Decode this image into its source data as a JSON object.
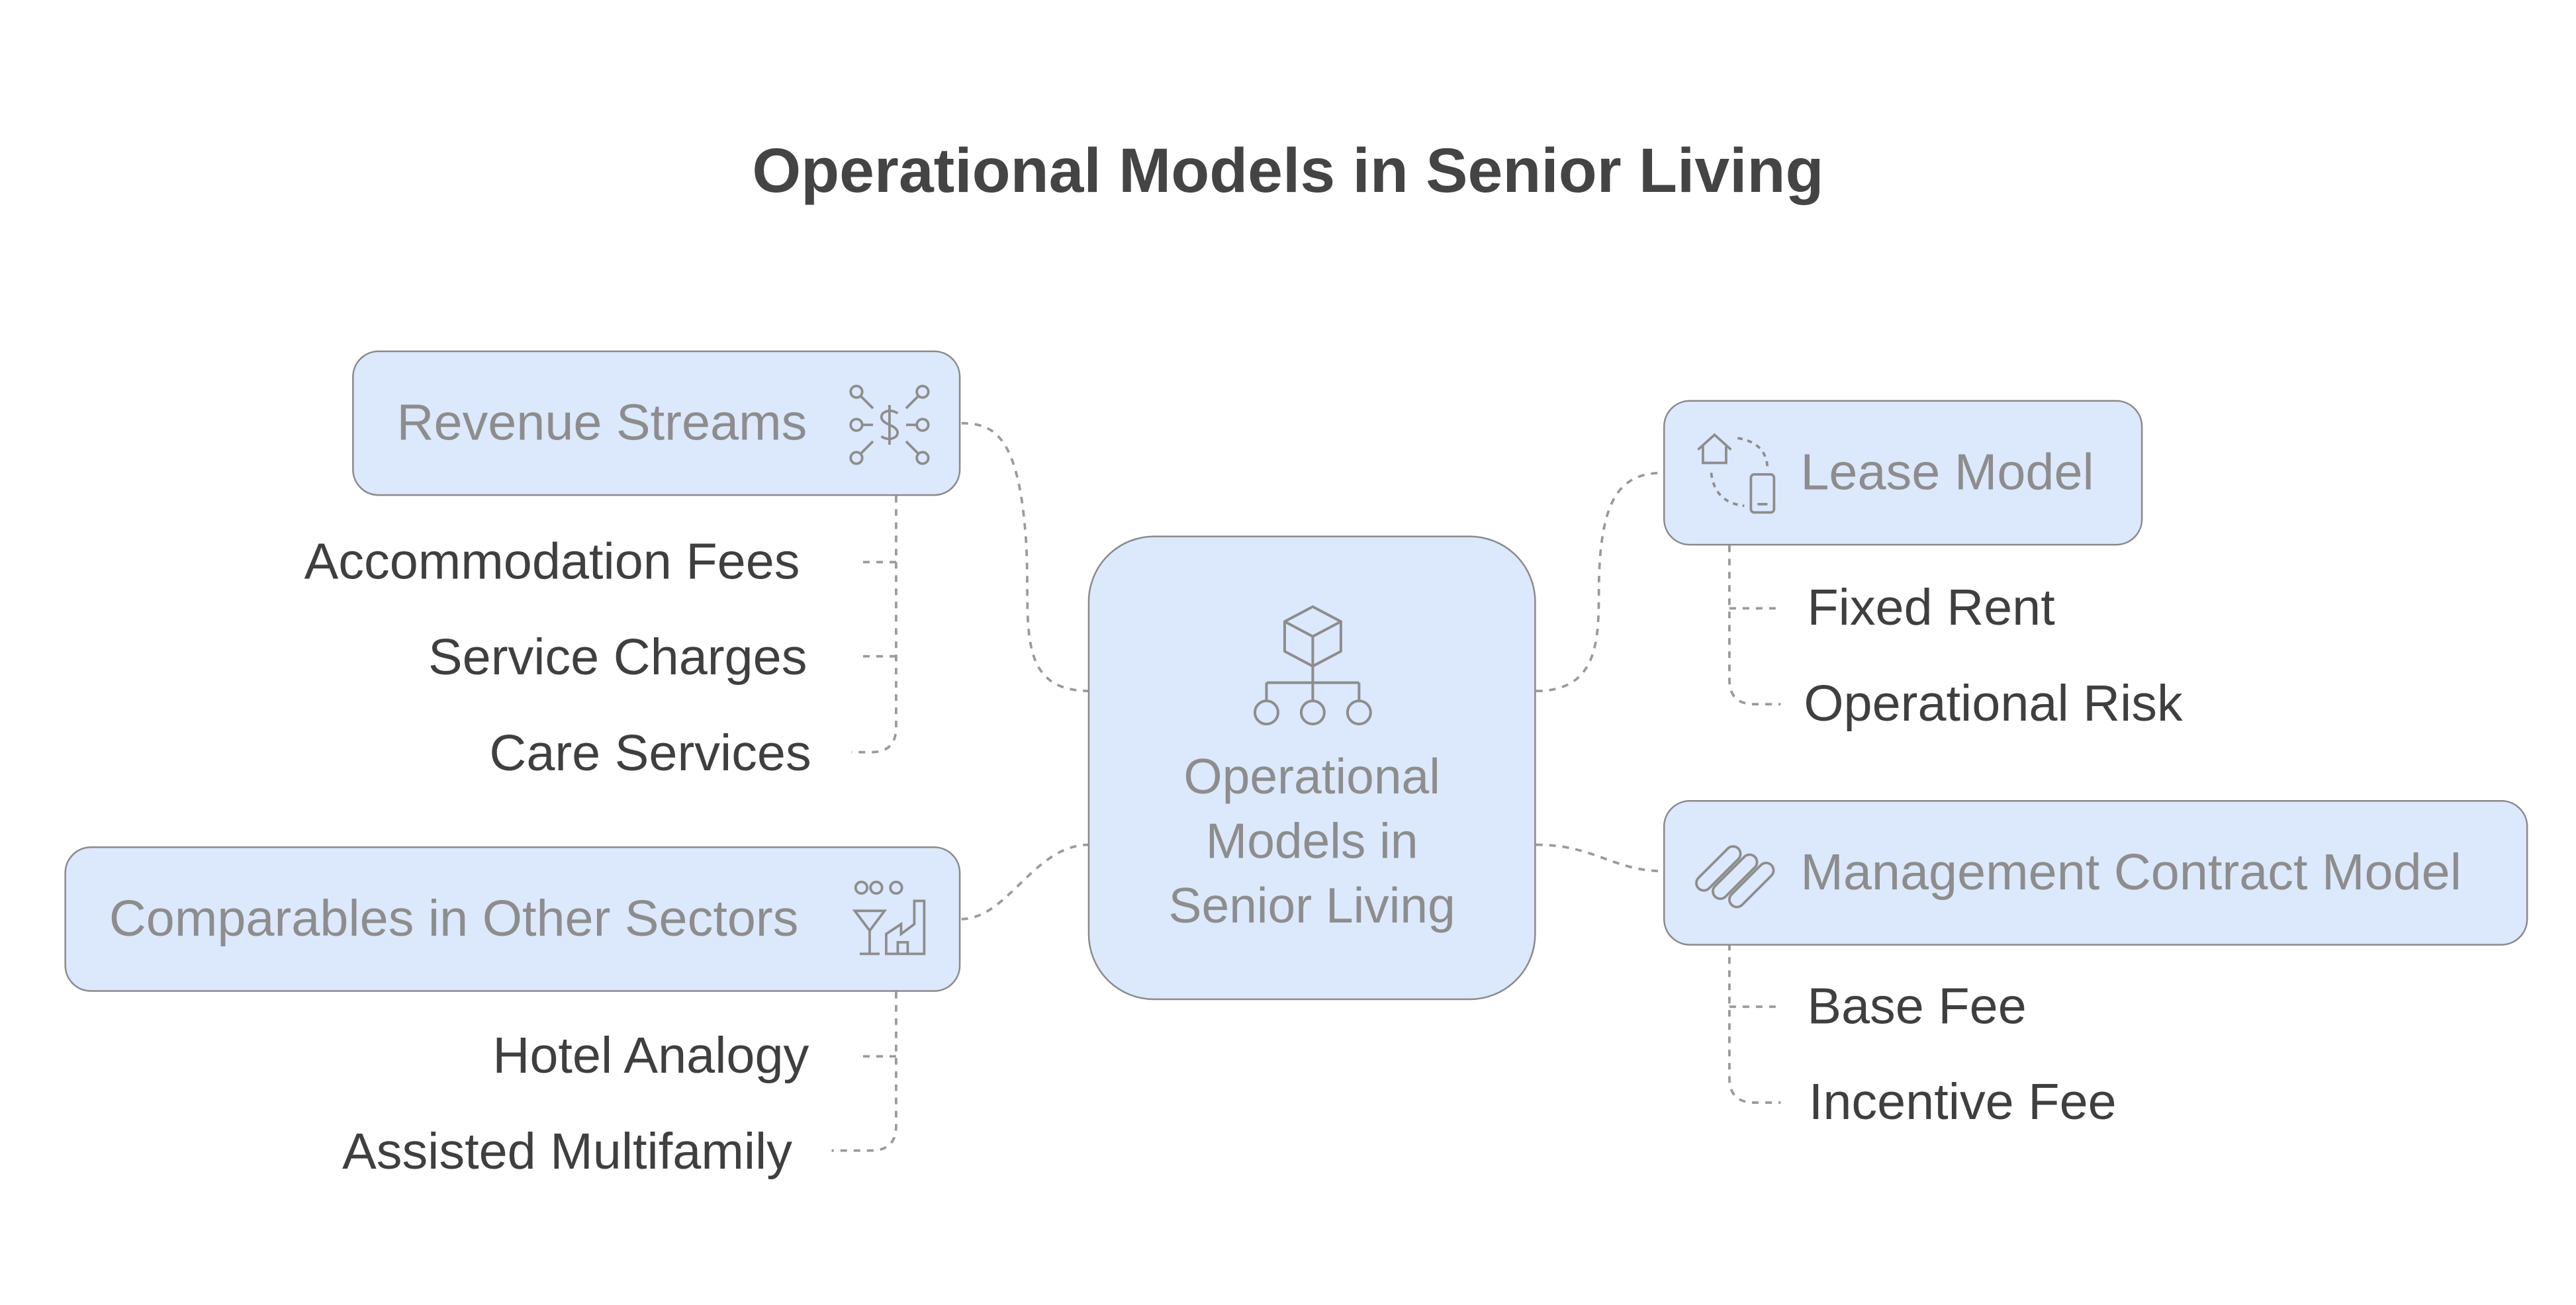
{
  "title": "Operational Models in Senior Living",
  "center": {
    "label_lines": [
      "Operational",
      "Models in",
      "Senior Living"
    ],
    "icon": "hierarchy-cube-icon"
  },
  "branches": [
    {
      "label": "Revenue Streams",
      "icon": "money-flow-icon",
      "children": [
        "Accommodation Fees",
        "Service Charges",
        "Care Services"
      ]
    },
    {
      "label": "Comparables in Other Sectors",
      "icon": "hotel-factory-icon",
      "children": [
        "Hotel Analogy",
        "Assisted Multifamily"
      ]
    },
    {
      "label": "Lease Model",
      "icon": "house-phone-icon",
      "children": [
        "Fixed Rent",
        "Operational Risk"
      ]
    },
    {
      "label": "Management Contract Model",
      "icon": "paperclips-icon",
      "children": [
        "Base Fee",
        "Incentive Fee"
      ]
    }
  ],
  "colors": {
    "node_fill": "#dce8fb",
    "node_border": "#8a8a8a",
    "node_text": "#8d8d8d",
    "leaf_text": "#3f3f3f",
    "connector": "#9a9a9a"
  }
}
